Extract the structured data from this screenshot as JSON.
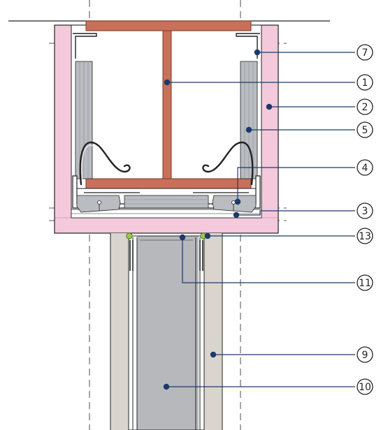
{
  "colors": {
    "steel": "#C8705A",
    "steel_edge": "#7A3A2A",
    "board_pink": "#F4C9DC",
    "board_pink_edge": "#C98AA8",
    "stud_gray": "#B9BCC0",
    "stud_dark": "#8C8F93",
    "plaster_beige": "#D9D5CE",
    "core_gray": "#B6B8BC",
    "line": "#222222",
    "dot": "#1B3A6B",
    "green": "#9BCB4E"
  },
  "icons": {
    "callout": "numbered-circle",
    "leader_end": "filled-dot"
  },
  "callouts": [
    {
      "id": "c7",
      "label": "7"
    },
    {
      "id": "c1",
      "label": "1"
    },
    {
      "id": "c2",
      "label": "2"
    },
    {
      "id": "c5",
      "label": "5"
    },
    {
      "id": "c4",
      "label": "4"
    },
    {
      "id": "c3",
      "label": "3"
    },
    {
      "id": "c13",
      "label": "13"
    },
    {
      "id": "c11",
      "label": "11"
    },
    {
      "id": "c9",
      "label": "9"
    },
    {
      "id": "c10",
      "label": "10"
    }
  ]
}
